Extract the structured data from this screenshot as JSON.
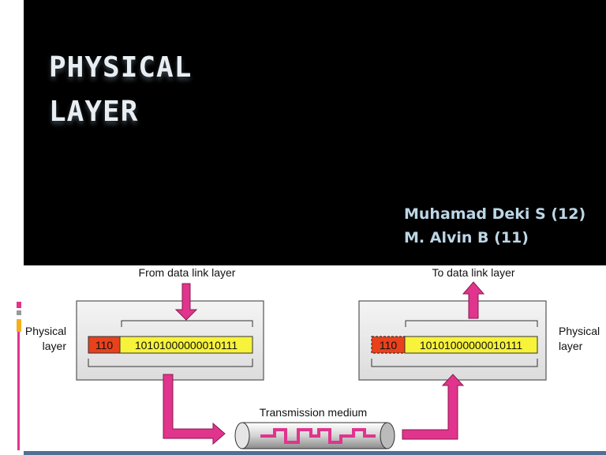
{
  "slide": {
    "title_lines": [
      "PHYSICAL",
      "LAYER"
    ],
    "authors": [
      "Muhamad Deki S (12)",
      "M. Alvin B (11)"
    ]
  },
  "diagram": {
    "from_label": "From data link layer",
    "to_label": "To data link layer",
    "left_layer_label": [
      "Physical",
      "layer"
    ],
    "right_layer_label": [
      "Physical",
      "layer"
    ],
    "left_header": "110",
    "left_bits": "10101000000010111",
    "right_header": "110",
    "right_bits": "10101000000010111",
    "medium_label": "Transmission medium"
  },
  "colors": {
    "arrow": "#e0348d",
    "header_fill": "#e8411c",
    "bits_fill": "#f7f23a",
    "accent_bar": "#5a7aa3"
  }
}
